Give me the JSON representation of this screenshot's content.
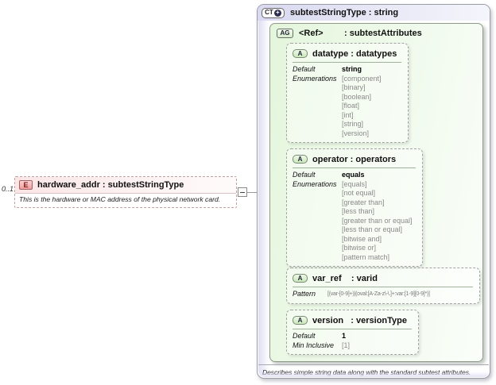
{
  "element": {
    "multiplicity": "0..1",
    "badge": "E",
    "title": "hardware_addr : subtestStringType",
    "description": "This is the hardware or MAC address of the physical network card."
  },
  "connector": {
    "collapse_glyph": "minus"
  },
  "complex_type": {
    "badge": "CT",
    "expand_glyph": "+",
    "title": "subtestStringType : string",
    "footer": "Describes simple string data along with the standard subtest attributes.",
    "attribute_group": {
      "badge": "AG",
      "ref": "<Ref>",
      "type": ": subtestAttributes",
      "attributes": [
        {
          "badge": "A",
          "title": "datatype : datatypes",
          "rows": [
            {
              "label": "Default",
              "value": "string",
              "strong": true
            },
            {
              "label": "Enumerations",
              "value": "[component]"
            },
            {
              "label": "",
              "value": "[binary]"
            },
            {
              "label": "",
              "value": "[boolean]"
            },
            {
              "label": "",
              "value": "[float]"
            },
            {
              "label": "",
              "value": "[int]"
            },
            {
              "label": "",
              "value": "[string]"
            },
            {
              "label": "",
              "value": "[version]"
            }
          ]
        },
        {
          "badge": "A",
          "title": "operator : operators",
          "rows": [
            {
              "label": "Default",
              "value": "equals",
              "strong": true
            },
            {
              "label": "Enumerations",
              "value": "[equals]"
            },
            {
              "label": "",
              "value": "[not equal]"
            },
            {
              "label": "",
              "value": "[greater than]"
            },
            {
              "label": "",
              "value": "[less than]"
            },
            {
              "label": "",
              "value": "[greater than or equal]"
            },
            {
              "label": "",
              "value": "[less than or equal]"
            },
            {
              "label": "",
              "value": "[bitwise and]"
            },
            {
              "label": "",
              "value": "[bitwise or]"
            },
            {
              "label": "",
              "value": "[pattern match]"
            }
          ]
        },
        {
          "badge": "A",
          "title": "var_ref    : varid",
          "rows": [
            {
              "label": "Pattern",
              "value": "[(var-[0-9]+)|(oval:[A-Za-z\\-\\.]+:var:[1-9][0-9]*)]"
            }
          ]
        },
        {
          "badge": "A",
          "title": "version   : versionType",
          "rows": [
            {
              "label": "Default",
              "value": "1",
              "strong": true
            },
            {
              "label": "Min Inclusive",
              "value": "[1]"
            }
          ]
        }
      ]
    }
  },
  "colors": {
    "ct_header": "#d9d9f0",
    "ag_fill": "#e4f6dc",
    "element_fill": "#fbe6e6",
    "badge_e": "#ef9c9c",
    "badge_a": "#c9e8ba",
    "enum_text": "#8a8a8a"
  }
}
